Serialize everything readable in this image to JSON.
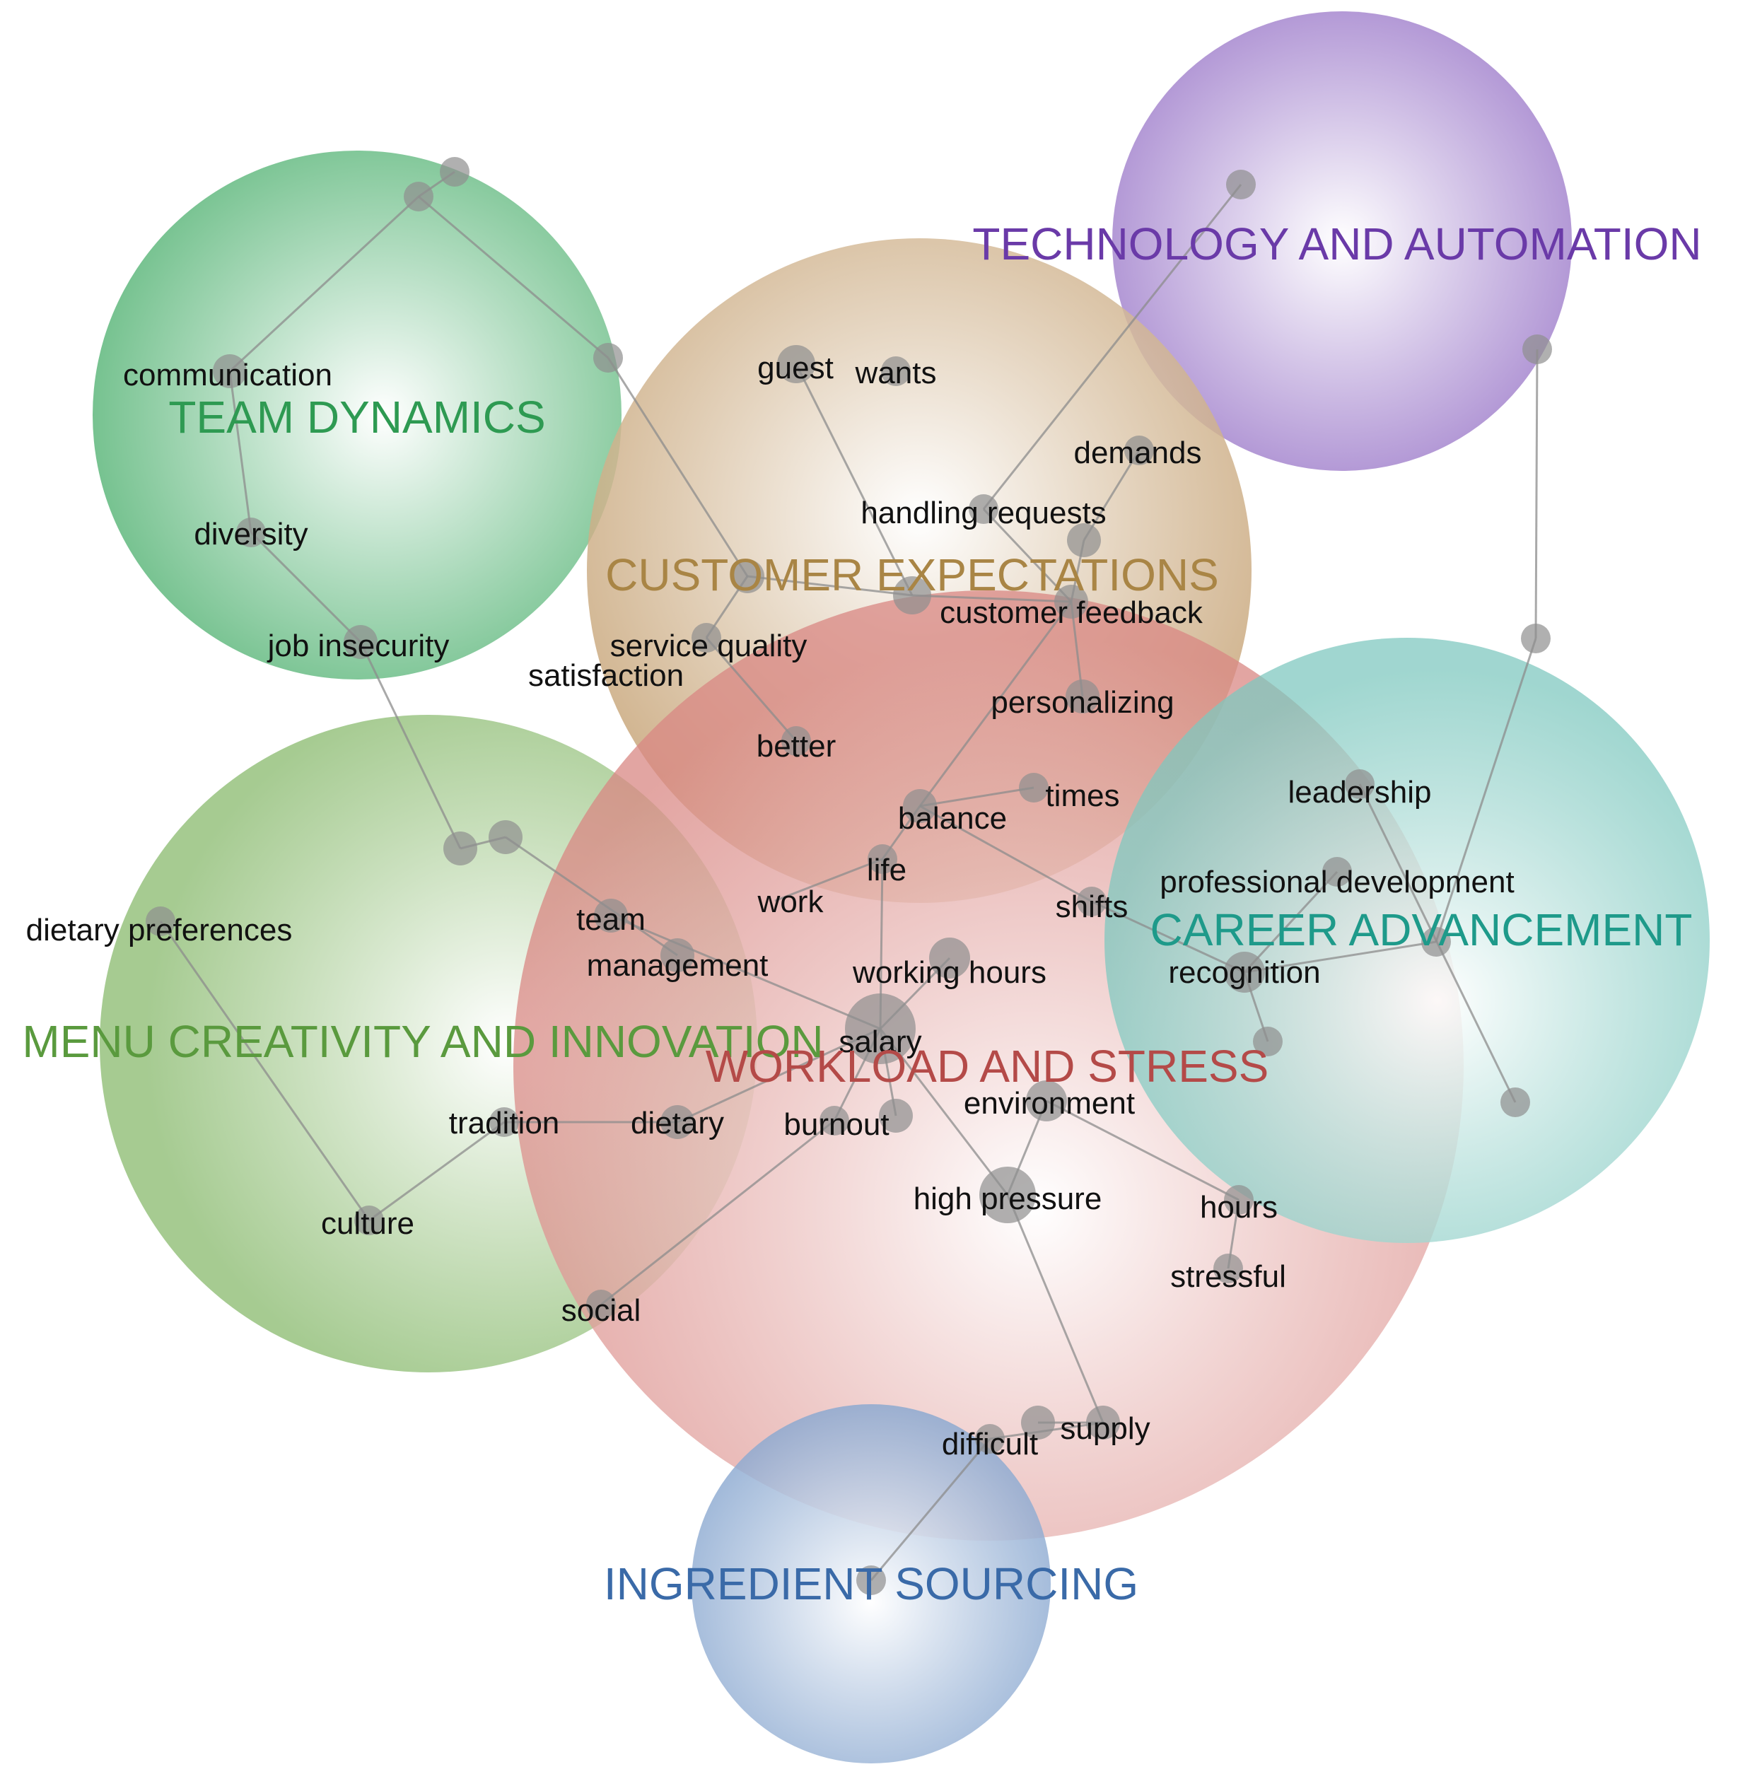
{
  "clusters": {
    "team_dynamics": {
      "label": "TEAM DYNAMICS",
      "color": "#2e9a52"
    },
    "customer_expectations": {
      "label": "CUSTOMER EXPECTATIONS",
      "color": "#a98545"
    },
    "technology_and_automation": {
      "label": "TECHNOLOGY AND AUTOMATION",
      "color": "#6a3aa8"
    },
    "menu_creativity_and_innovation": {
      "label": "MENU CREATIVITY AND INNOVATION",
      "color": "#5a9a3e"
    },
    "workload_and_stress": {
      "label": "WORKLOAD AND STRESS",
      "color": "#b44a48"
    },
    "career_advancement": {
      "label": "CAREER ADVANCEMENT",
      "color": "#1e9a8a"
    },
    "ingredient_sourcing": {
      "label": "INGREDIENT SOURCING",
      "color": "#3a6aa8"
    }
  },
  "terms": {
    "communication": "communication",
    "diversity": "diversity",
    "job_insecurity": "job insecurity",
    "guest": "guest",
    "wants": "wants",
    "demands": "demands",
    "handling_requests": "handling requests",
    "customer_feedback": "customer feedback",
    "service_quality": "service quality",
    "satisfaction": "satisfaction",
    "personalizing": "personalizing",
    "better": "better",
    "leadership": "leadership",
    "times": "times",
    "balance": "balance",
    "life": "life",
    "work": "work",
    "shifts": "shifts",
    "professional_development": "professional development",
    "dietary_preferences": "dietary preferences",
    "team": "team",
    "management": "management",
    "working_hours": "working hours",
    "recognition": "recognition",
    "salary": "salary",
    "environment": "environment",
    "tradition": "tradition",
    "dietary": "dietary",
    "burnout": "burnout",
    "high_pressure": "high pressure",
    "hours": "hours",
    "culture": "culture",
    "stressful": "stressful",
    "social": "social",
    "difficult": "difficult",
    "supply": "supply"
  }
}
